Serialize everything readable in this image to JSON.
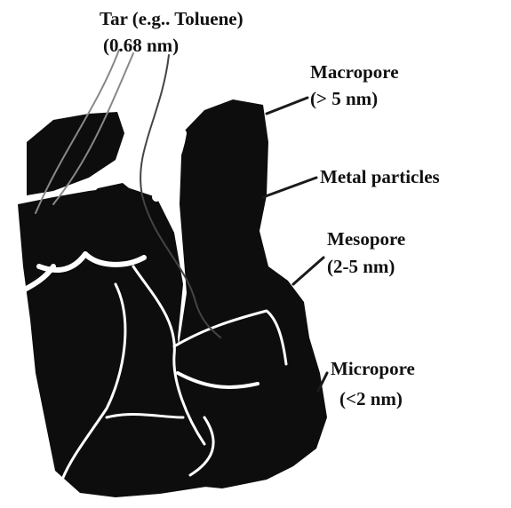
{
  "labels": {
    "tar_line1": "Tar (e.g.. Toluene)",
    "tar_line2": "(0.68 nm)",
    "macropore_line1": "Macropore",
    "macropore_line2": "(> 5 nm)",
    "metal_particles": "Metal particles",
    "mesopore_line1": "Mesopore",
    "mesopore_line2": "(2-5 nm)",
    "micropore_line1": "Micropore",
    "micropore_line2": "(<2 nm)"
  },
  "colors": {
    "carbon": "#0d0d0d",
    "pore": "#ffffff",
    "text": "#111111"
  }
}
